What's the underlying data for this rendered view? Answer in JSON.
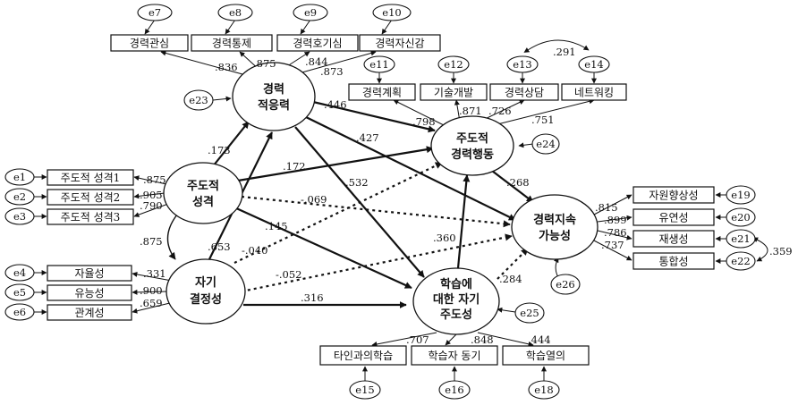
{
  "latents": {
    "adapt": [
      "경력",
      "적응력"
    ],
    "proactive_pers": [
      "주도적",
      "성격"
    ],
    "selfdet": [
      "자기",
      "결정성"
    ],
    "career_beh": [
      "주도적",
      "경력행동"
    ],
    "learning_sd": [
      "학습에",
      "대한 자기",
      "주도성"
    ],
    "sustain": [
      "경력지속",
      "가능성"
    ]
  },
  "indicators": {
    "i1": "경력관심",
    "i2": "경력통제",
    "i3": "경력호기심",
    "i4": "경력자신감",
    "i5": "경력계획",
    "i6": "기술개발",
    "i7": "경력상담",
    "i8": "네트워킹",
    "i9": "주도적 성격1",
    "i10": "주도적 성격2",
    "i11": "주도적 성격3",
    "i12": "자율성",
    "i13": "유능성",
    "i14": "관계성",
    "i15": "자원향상성",
    "i16": "유연성",
    "i17": "재생성",
    "i18": "통합성",
    "i19": "타인과의학습",
    "i20": "학습자 동기",
    "i21": "학습열의"
  },
  "errors": {
    "e1": "e1",
    "e2": "e2",
    "e3": "e3",
    "e4": "e4",
    "e5": "e5",
    "e6": "e6",
    "e7": "e7",
    "e8": "e8",
    "e9": "e9",
    "e10": "e10",
    "e11": "e11",
    "e12": "e12",
    "e13": "e13",
    "e14": "e14",
    "e15": "e15",
    "e16": "e16",
    "e18": "e18",
    "e19": "e19",
    "e20": "e20",
    "e21": "e21",
    "e22": "e22",
    "e23": "e23",
    "e24": "e24",
    "e25": "e25",
    "e26": "e26"
  },
  "coefficients": {
    "l_adapt_1": ".836",
    "l_adapt_2": ".875",
    "l_adapt_3": ".844",
    "l_adapt_4": ".873",
    "l_beh_1": ".798",
    "l_beh_2": ".871",
    "l_beh_3": ".726",
    "l_beh_4": ".751",
    "cov_e13_e14": ".291",
    "l_pp_1": ".875",
    "l_pp_2": ".905",
    "l_pp_3": ".790",
    "l_sd_1": ".331",
    "l_sd_2": ".900",
    "l_sd_3": ".659",
    "l_sus_1": ".815",
    "l_sus_2": ".899",
    "l_sus_3": ".786",
    "l_sus_4": ".737",
    "cov_e21_e22": ".359",
    "l_lsd_1": ".707",
    "l_lsd_2": ".848",
    "l_lsd_3": ".444",
    "cov_pp_sd": ".875",
    "p_pp_adapt": ".173",
    "p_sd_adapt": ".653",
    "p_adapt_beh": ".446",
    "p_adapt_sus": ".427",
    "p_adapt_lsd": ".532",
    "p_pp_beh": ".172",
    "p_pp_sus": "-.069",
    "p_pp_lsd": ".145",
    "p_sd_beh": "-.040",
    "p_sd_sus": "-.052",
    "p_sd_lsd": ".316",
    "p_beh_sus": ".268",
    "p_lsd_beh": ".360",
    "p_lsd_sus": ".284"
  }
}
